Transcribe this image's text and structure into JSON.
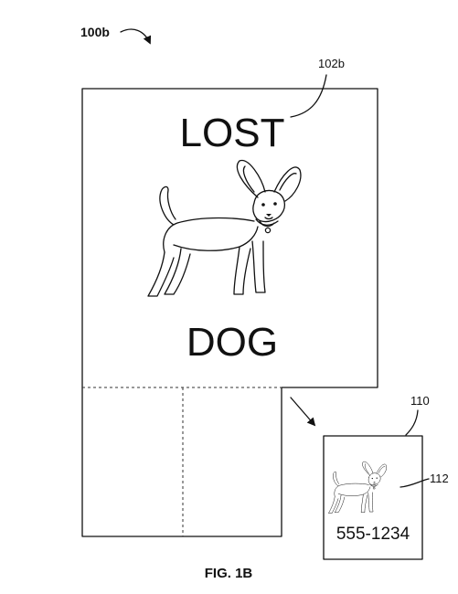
{
  "labels": {
    "assembly_ref": "100b",
    "poster_ref": "102b",
    "tag_ref": "110",
    "tag_image_ref": "112"
  },
  "poster": {
    "line1": "LOST",
    "line2": "DOG"
  },
  "tag": {
    "phone": "555-1234"
  },
  "figure_caption": "FIG. 1B",
  "icons": {
    "poster_image": "chihuahua-dog-icon",
    "tag_image": "chihuahua-dog-icon"
  }
}
